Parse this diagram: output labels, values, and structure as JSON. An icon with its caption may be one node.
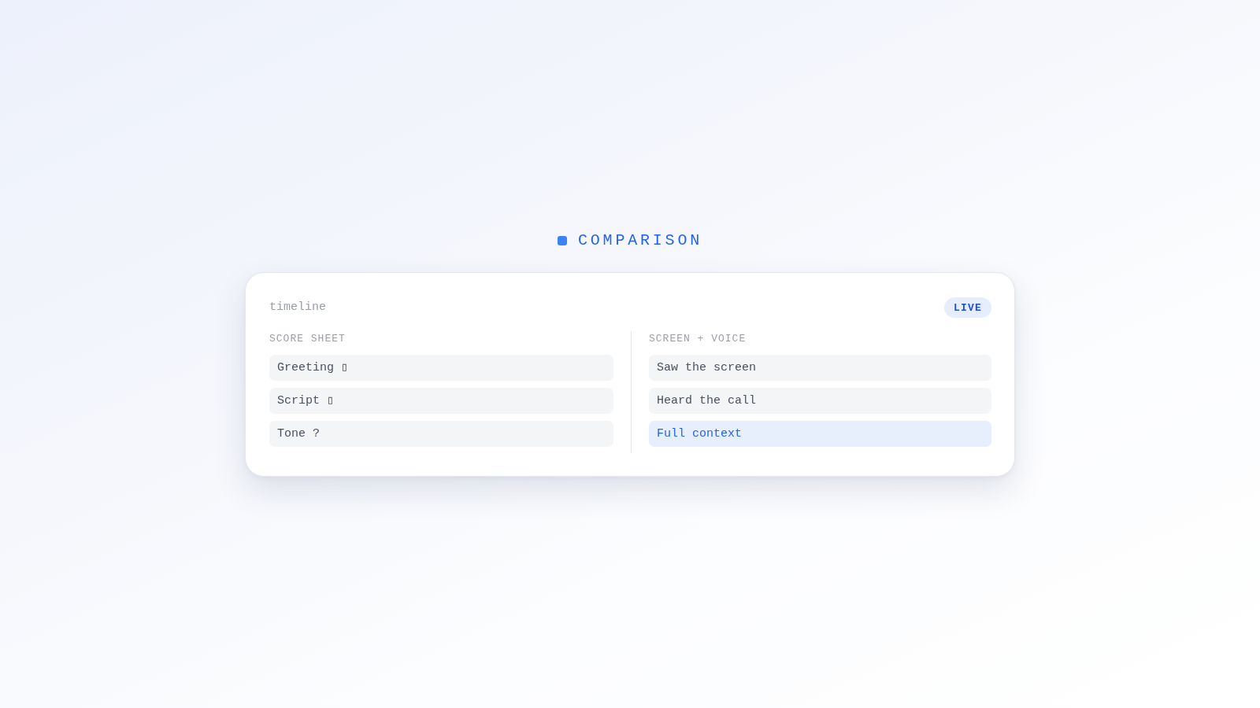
{
  "diagram": {
    "title": "COMPARISON",
    "nodes": [
      {
        "text": [
          "timeline"
        ]
      },
      {
        "text": [
          "LIVE"
        ],
        "in": 0
      },
      {
        "text": [
          "Greeting ▯"
        ],
        "in": 0
      },
      {
        "text": [
          "Script ▯"
        ],
        "in": 0
      },
      {
        "text": [
          "Tone ?"
        ],
        "in": 0
      },
      {
        "text": [
          "Saw the screen"
        ],
        "in": 0
      },
      {
        "text": [
          "Heard the call"
        ],
        "in": 0
      },
      {
        "text": [
          "Full context"
        ],
        "in": 0
      }
    ],
    "labels": [
      "SCORE SHEET",
      "SCREEN + VOICE"
    ]
  }
}
